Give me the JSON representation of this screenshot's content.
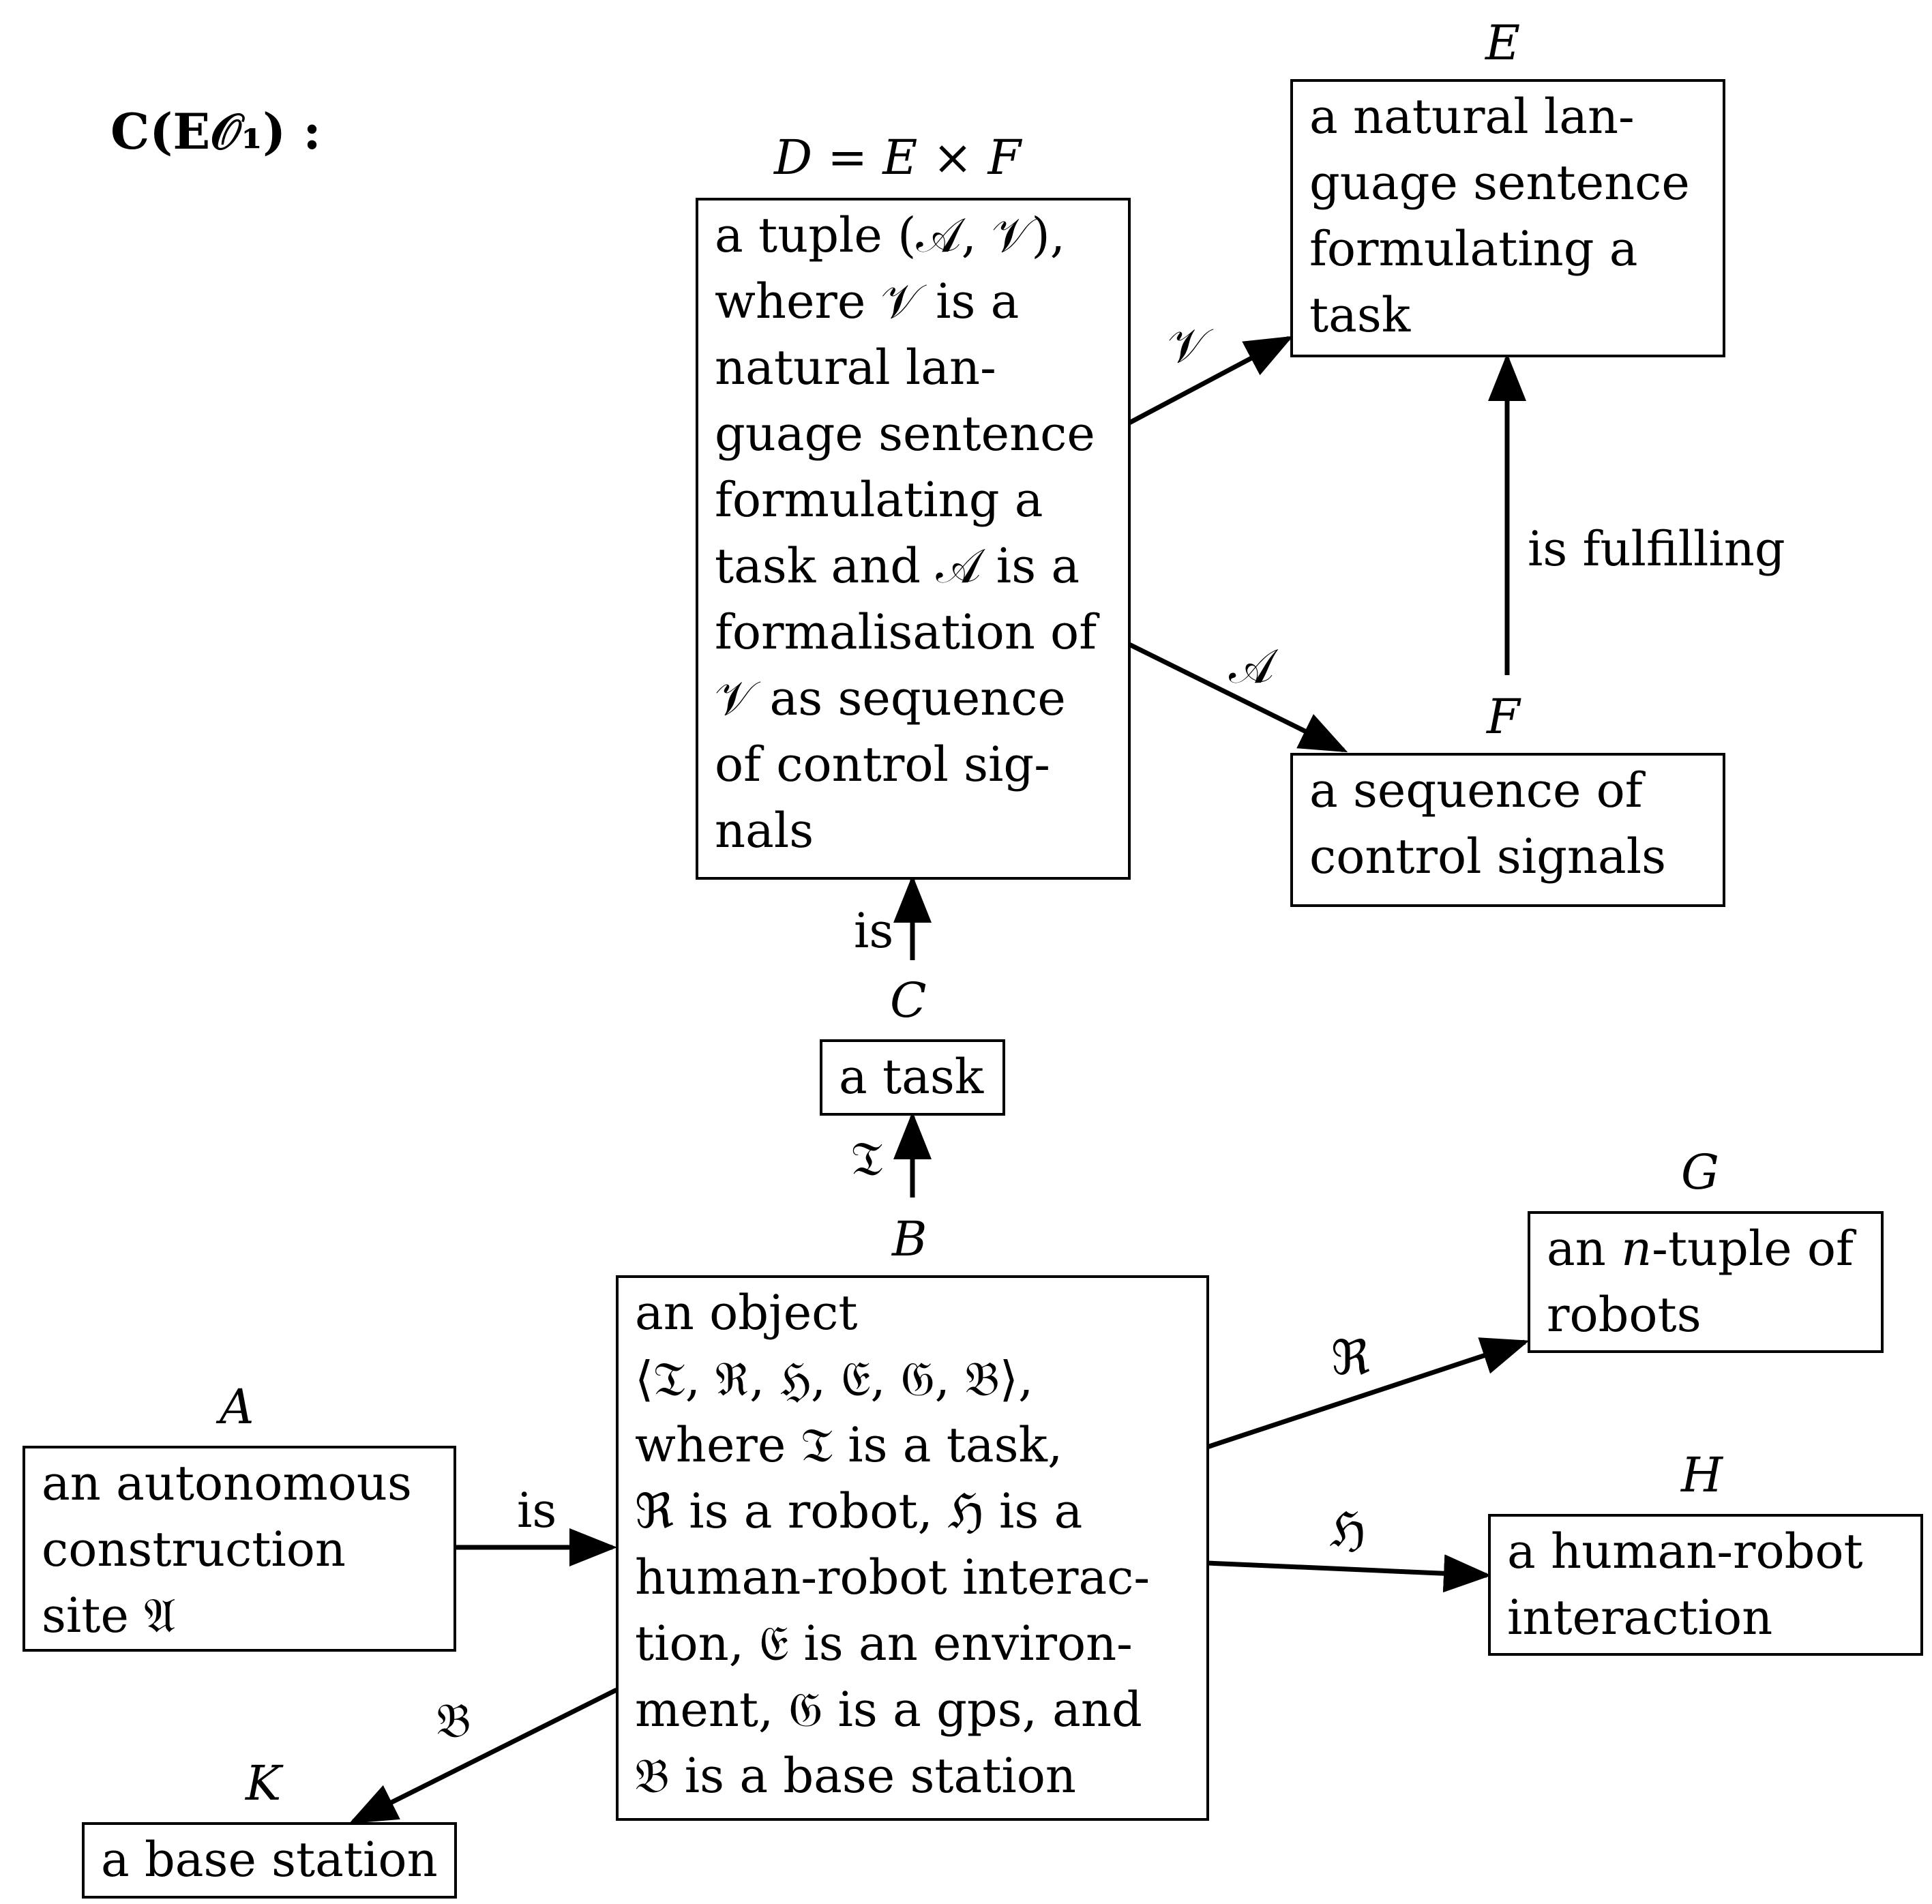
{
  "title": "C(E𝒪₁) :",
  "nodes": {
    "A": {
      "letter": "A",
      "text": "an autonomous\nconstruction\nsite 𝔄"
    },
    "B": {
      "letter": "B",
      "text": "an object\n⟨𝔗, ℜ, ℌ, 𝔈, 𝔊, 𝔅⟩,\nwhere 𝔗 is a task,\nℜ is a robot, ℌ is a\nhuman-robot interac-\ntion, 𝔈 is an environ-\nment, 𝔊 is a gps, and\n𝔅 is a base station"
    },
    "C": {
      "letter": "C",
      "text": "a task"
    },
    "D": {
      "letter": "D = E × F",
      "text": "a tuple (𝒜, 𝒱),\nwhere 𝒱 is a\nnatural lan-\nguage sentence\nformulating a\ntask and 𝒜 is a\nformalisation of\n𝒱 as sequence\nof control sig-\nnals"
    },
    "E": {
      "letter": "E",
      "text": "a natural lan-\nguage sentence\nformulating a\ntask"
    },
    "F": {
      "letter": "F",
      "text": "a sequence of\ncontrol signals"
    },
    "G": {
      "letter": "G",
      "text": "an n-tuple of\nrobots"
    },
    "H": {
      "letter": "H",
      "text": "a human-robot\ninteraction"
    },
    "K": {
      "letter": "K",
      "text": "a base station"
    }
  },
  "edges": {
    "A_B": "is",
    "B_C": "𝔗",
    "C_D": "is",
    "D_E": "𝒱",
    "D_F": "𝒜",
    "F_E": "is fulfilling",
    "B_G": "ℜ",
    "B_H": "ℌ",
    "B_K": "𝔅"
  }
}
